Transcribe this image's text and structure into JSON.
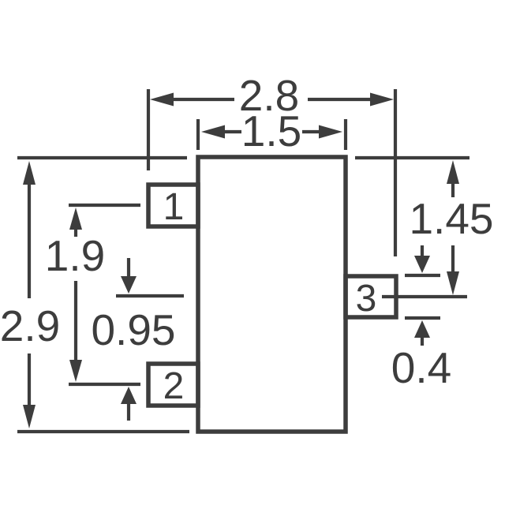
{
  "drawing": {
    "background_color": "#ffffff",
    "line_color": "#3d3d3d",
    "dims": {
      "overall_width": "2.8",
      "body_width": "1.5",
      "overall_height": "2.9",
      "pin1_to_pin2_span": "1.9",
      "pin_pitch": "0.95",
      "top_to_pin3_center": "1.45",
      "pin3_lead_width": "0.4"
    },
    "pins": [
      {
        "label": "1"
      },
      {
        "label": "2"
      },
      {
        "label": "3"
      }
    ]
  }
}
